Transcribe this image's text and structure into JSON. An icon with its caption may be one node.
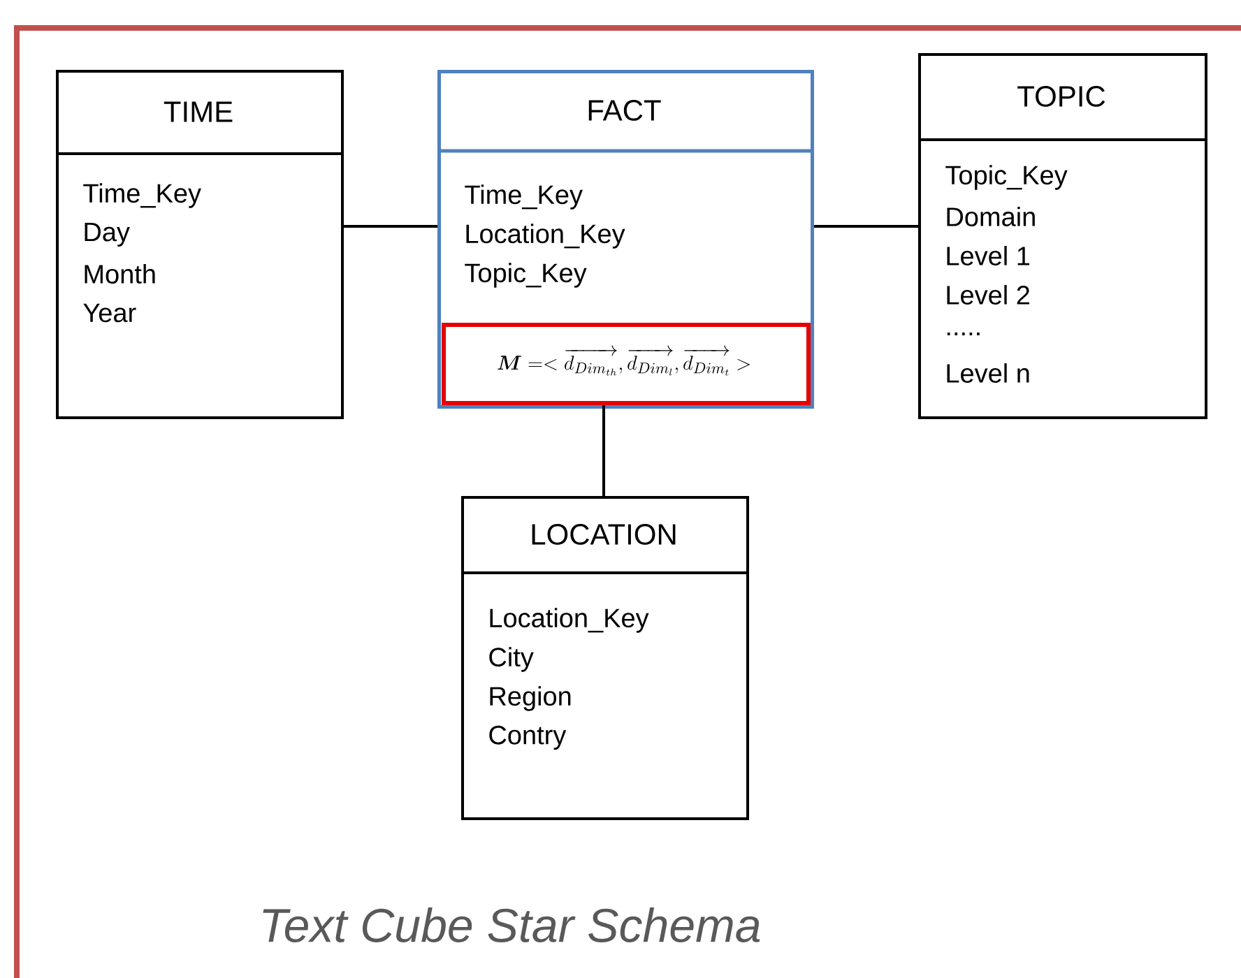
{
  "diagram": {
    "caption": "Text Cube Star Schema",
    "nodes": [
      {
        "text": [
          "TIME",
          "Time_Key",
          "Day",
          "Month",
          "Year"
        ]
      },
      {
        "text": [
          "FACT",
          "Time_Key",
          "Location_Key",
          "Topic_Key"
        ]
      },
      {
        "text": [
          "\\boldsymbol{M} =< \\overrightarrow{d_{Dim_{th}}}, \\overrightarrow{d_{Dim_{l}}}, \\overrightarrow{d_{Dim_{t}}} >"
        ],
        "in": 1
      },
      {
        "text": [
          "TOPIC",
          "Topic_Key",
          "Domain",
          "Level 1",
          "Level 2",
          ".....",
          "Level n"
        ]
      },
      {
        "text": [
          "LOCATION",
          "Location_Key",
          "City",
          "Region",
          "Contry"
        ]
      }
    ],
    "edges": [
      {
        "from": 0,
        "to": 1,
        "arrow": "none"
      },
      {
        "from": 1,
        "to": 3,
        "arrow": "none"
      },
      {
        "from": 2,
        "to": 4,
        "arrow": "none"
      }
    ]
  }
}
